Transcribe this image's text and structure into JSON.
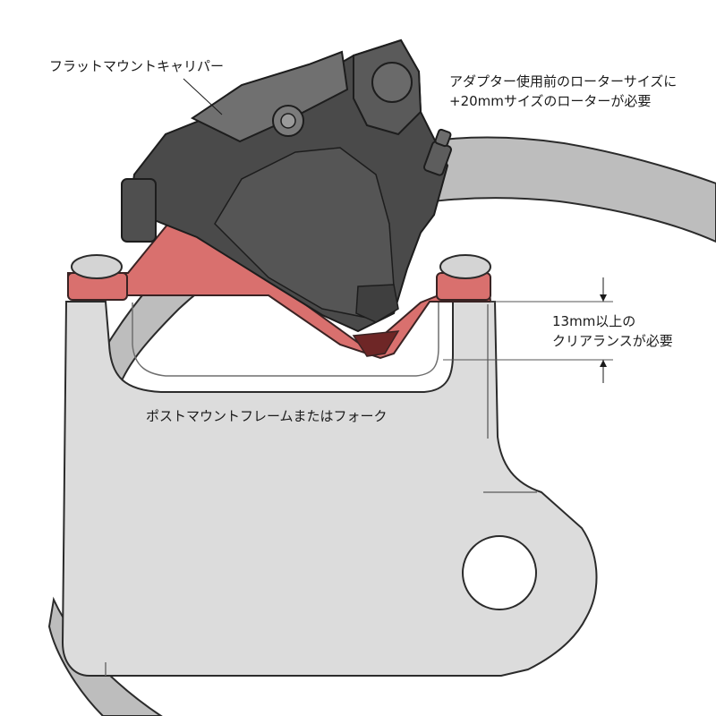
{
  "labels": {
    "caliper": "フラットマウントキャリパー",
    "adapter_line1": "アダプター使用前のローターサイズに",
    "adapter_line2": "+20mmサイズのローターが必要",
    "clearance_line1": "13mm以上の",
    "clearance_line2": "クリアランスが必要",
    "frame": "ポストマウントフレームまたはフォーク"
  },
  "colors": {
    "adapter": "#d9706e",
    "frame": "#dcdcdc",
    "rotor": "#bdbdbd",
    "caliper": "#444444"
  }
}
